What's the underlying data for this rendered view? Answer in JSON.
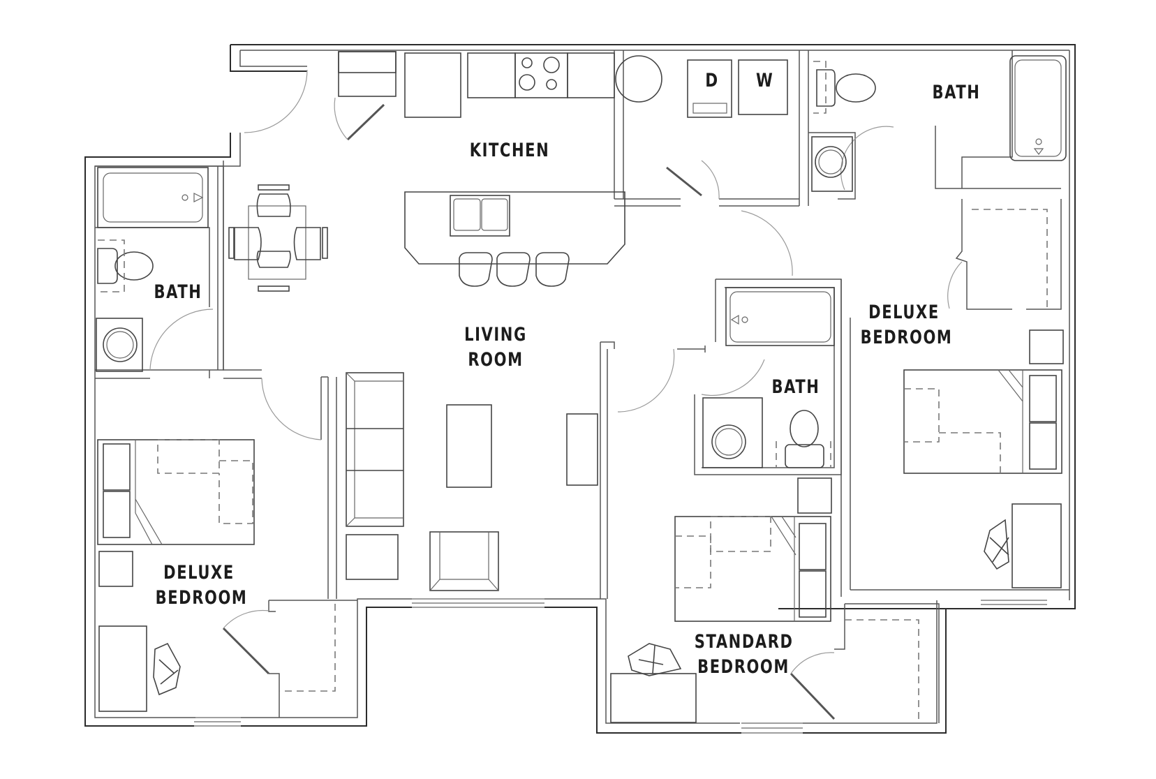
{
  "floor_plan": {
    "rooms": {
      "kitchen": {
        "label": "KITCHEN"
      },
      "living_room": {
        "line1": "LIVING",
        "line2": "ROOM"
      },
      "bath_left": {
        "label": "BATH"
      },
      "bath_top_right": {
        "label": "BATH"
      },
      "bath_center": {
        "label": "BATH"
      },
      "deluxe_bedroom_left": {
        "line1": "DELUXE",
        "line2": "BEDROOM"
      },
      "deluxe_bedroom_right": {
        "line1": "DELUXE",
        "line2": "BEDROOM"
      },
      "standard_bedroom": {
        "line1": "STANDARD",
        "line2": "BEDROOM"
      }
    },
    "appliances": {
      "dryer": "D",
      "washer": "W"
    },
    "colors": {
      "wall": "#2b2b2b",
      "background": "#ffffff",
      "label": "#1c1c1c"
    }
  }
}
